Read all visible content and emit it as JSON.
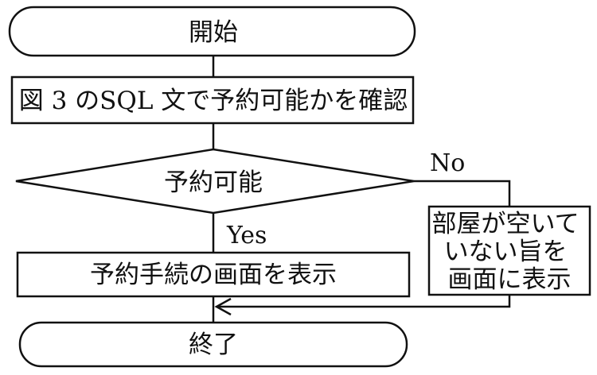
{
  "flowchart": {
    "start": "開始",
    "check": "図 3 のSQL 文で予約可能かを確認",
    "decision": "予約可能",
    "no_label": "No",
    "yes_label": "Yes",
    "yes_action": "予約手続の画面を表示",
    "no_action": [
      "部屋が空いて",
      "いない旨を",
      "画面に表示"
    ],
    "end": "終了"
  }
}
